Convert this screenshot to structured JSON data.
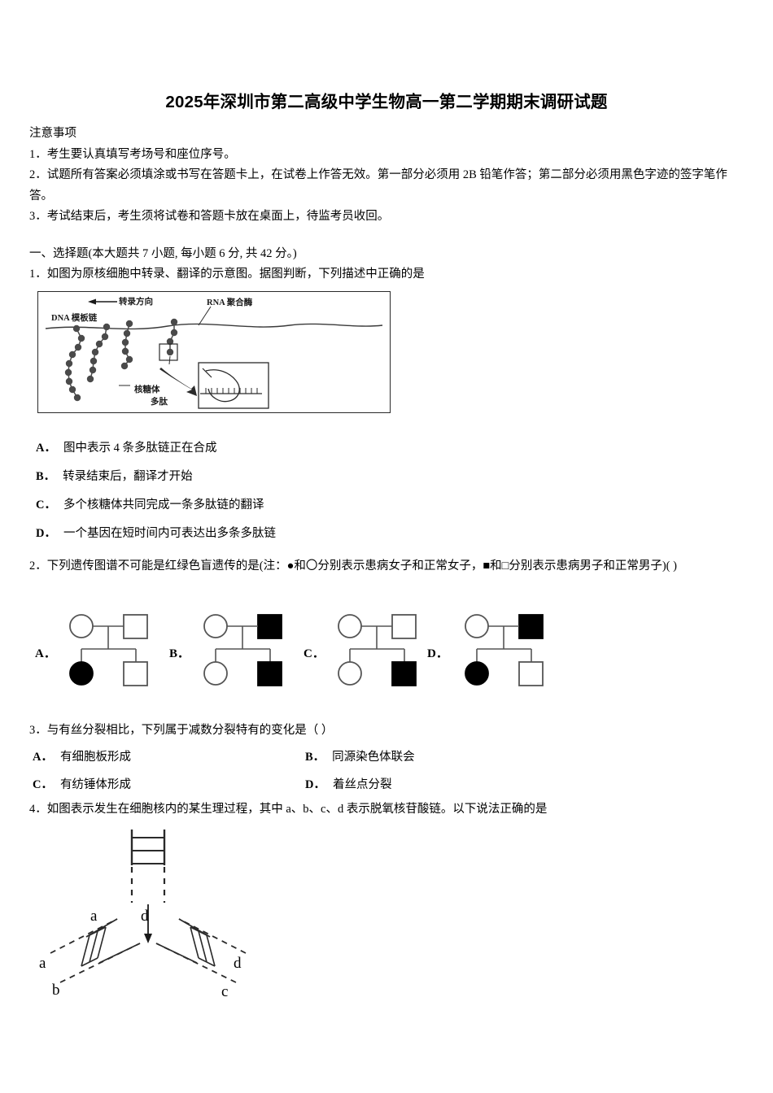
{
  "document": {
    "title": "2025年深圳市第二高级中学生物高一第二学期期末调研试题"
  },
  "notice": {
    "heading": "注意事项",
    "items": [
      "1．考生要认真填写考场号和座位序号。",
      "2．试题所有答案必须填涂或书写在答题卡上，在试卷上作答无效。第一部分必须用 2B 铅笔作答；第二部分必须用黑色字迹的签字笔作答。",
      "3．考试结束后，考生须将试卷和答题卡放在桌面上，待监考员收回。"
    ]
  },
  "section": {
    "heading": "一、选择题(本大题共 7 小题, 每小题 6 分, 共 42 分。)"
  },
  "questions": [
    {
      "number": "1．",
      "stem": "1．如图为原核细胞中转录、翻译的示意图。据图判断，下列描述中正确的是",
      "options": [
        {
          "label": "A．",
          "text": "图中表示 4 条多肽链正在合成"
        },
        {
          "label": "B．",
          "text": "转录结束后，翻译才开始"
        },
        {
          "label": "C．",
          "text": "多个核糖体共同完成一条多肽链的翻译"
        },
        {
          "label": "D．",
          "text": "一个基因在短时间内可表达出多条多肽链"
        }
      ],
      "figure": {
        "name": "transcription-translation-diagram",
        "labels": {
          "dna_template": "DNA 模板链",
          "direction": "转录方向",
          "rna_polymerase": "RNA 聚合酶",
          "ribosome": "核糖体",
          "polypeptide": "多肽"
        }
      }
    },
    {
      "number": "2．",
      "stem": "2．下列遗传图谱不可能是红绿色盲遗传的是(注：●和〇分别表示患病女子和正常女子，■和□分别表示患病男子和正常男子)(      )",
      "pedigrees": [
        {
          "label": "A．",
          "parents": {
            "mother": "open-circle",
            "father": "open-square"
          },
          "children": [
            "filled-circle",
            "open-square"
          ]
        },
        {
          "label": "B．",
          "parents": {
            "mother": "open-circle",
            "father": "filled-square"
          },
          "children": [
            "open-circle",
            "filled-square"
          ]
        },
        {
          "label": "C．",
          "parents": {
            "mother": "open-circle",
            "father": "open-square"
          },
          "children": [
            "open-circle",
            "filled-square"
          ]
        },
        {
          "label": "D．",
          "parents": {
            "mother": "open-circle",
            "father": "filled-square"
          },
          "children": [
            "filled-circle",
            "open-square"
          ]
        }
      ]
    },
    {
      "number": "3．",
      "stem": "3．与有丝分裂相比，下列属于减数分裂特有的变化是（ ）",
      "options": [
        {
          "label": "A．",
          "text": "有细胞板形成"
        },
        {
          "label": "B．",
          "text": "同源染色体联会"
        },
        {
          "label": "C．",
          "text": "有纺锤体形成"
        },
        {
          "label": "D．",
          "text": "着丝点分裂"
        }
      ]
    },
    {
      "number": "4．",
      "stem": "4．如图表示发生在细胞核内的某生理过程，其中 a、b、c、d 表示脱氧核苷酸链。以下说法正确的是",
      "figure": {
        "name": "dna-replication-fork-diagram",
        "labels": {
          "strand_a_top": "a",
          "strand_d_top": "d",
          "strand_a_left": "a",
          "strand_b_left": "b",
          "strand_d_right": "d",
          "strand_c_right": "c"
        }
      }
    }
  ],
  "colors": {
    "text": "#000000",
    "figure_line": "#2a2a2a",
    "pedigree_outline": "#555555",
    "pedigree_fill": "#000000",
    "page_background": "#ffffff"
  }
}
